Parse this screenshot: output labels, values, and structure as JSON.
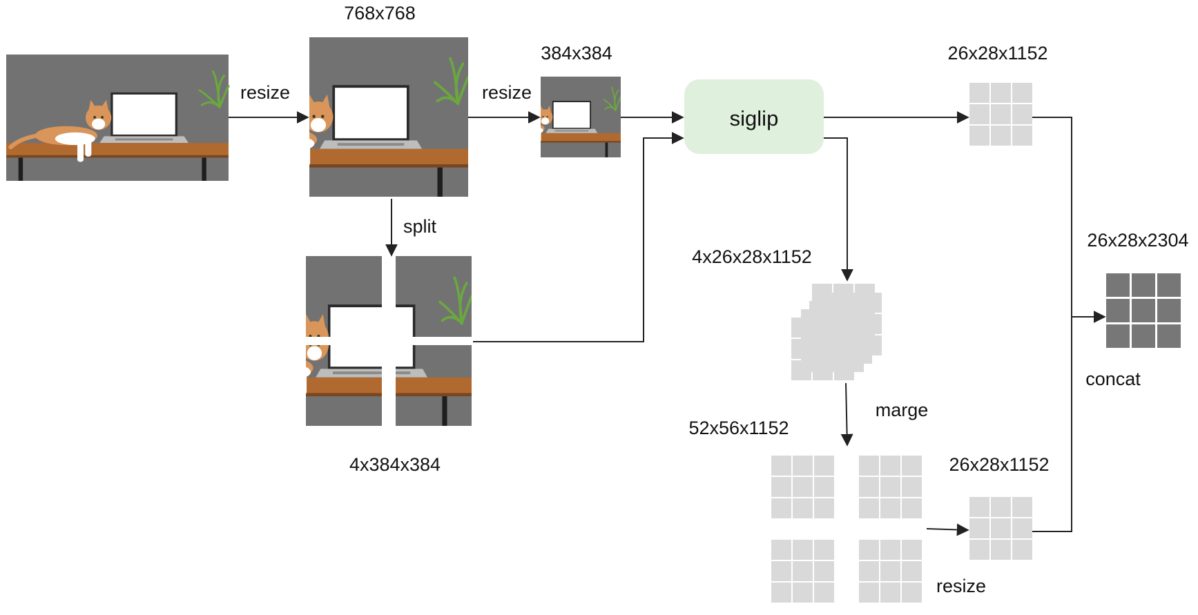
{
  "labels": {
    "size_768": "768x768",
    "size_384": "384x384",
    "resize_1": "resize",
    "resize_2": "resize",
    "resize_3": "resize",
    "split": "split",
    "tiles": "4x384x384",
    "siglip": "siglip",
    "feat_top": "26x28x1152",
    "feat_stack": "4x26x28x1152",
    "merge": "marge",
    "feat_merged": "52x56x1152",
    "feat_bottom": "26x28x1152",
    "feat_concat": "26x28x2304",
    "concat": "concat"
  },
  "colors": {
    "siglip_fill": "#dff0dc",
    "grid_light": "#d9d9d9",
    "grid_dark": "#777777",
    "wall": "#6e6e6e",
    "table": "#b06a30",
    "cat": "#d9955a",
    "plant": "#6aa83f",
    "arrow": "#222222"
  },
  "icons": {
    "photo": "cat-on-desk-photo",
    "grid": "feature-grid-icon",
    "stack": "stacked-feature-grids-icon"
  }
}
